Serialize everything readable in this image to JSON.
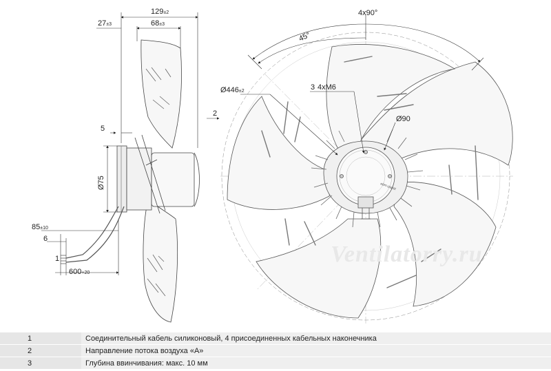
{
  "dimensions": {
    "total_depth": "129",
    "total_depth_tol": "±2",
    "offset_a": "27",
    "offset_a_tol": "±3",
    "offset_b": "68",
    "offset_b_tol": "±3",
    "small_gap": "5",
    "hub_diameter": "Ø75",
    "cable_lead": "85",
    "cable_lead_tol": "±10",
    "cable_strip": "6",
    "cable_length": "600",
    "cable_length_tol": "+20",
    "angle_holes": "4x90°",
    "angle_offset": "45°",
    "outer_diameter": "Ø446",
    "outer_diameter_tol": "±2",
    "thread": "4xM6",
    "bolt_circle": "Ø90"
  },
  "callouts": {
    "cable": "1",
    "airflow": "2",
    "thread_depth": "3"
  },
  "brand_badge": "ebm-papst",
  "watermark": "Ventilatorry.ru",
  "legend": [
    {
      "num": "1",
      "text": "Соединительный кабель силиконовый, 4 присоединенных кабельных наконечника"
    },
    {
      "num": "2",
      "text": "Направление потока воздуха «А»"
    },
    {
      "num": "3",
      "text": "Глубина ввинчивания: макс. 10 мм"
    }
  ]
}
